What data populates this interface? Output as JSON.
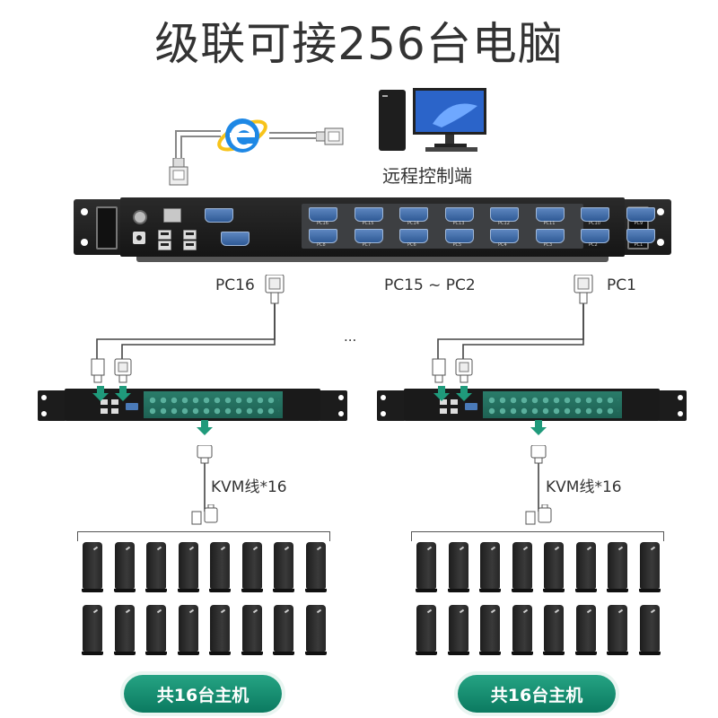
{
  "title": "级联可接256台电脑",
  "remote_label": "远程控制端",
  "pc16_label": "PC16",
  "pc_range_label": "PC15 ~ PC2",
  "pc1_label": "PC1",
  "ellipsis": "...",
  "kvm_cable_left": "KVM线*16",
  "kvm_cable_right": "KVM线*16",
  "hosts_left": "共16台主机",
  "hosts_right": "共16台主机",
  "port_labels_top": [
    "PC16",
    "PC15",
    "PC14",
    "PC13",
    "PC12",
    "PC11",
    "PC10",
    "PC9"
  ],
  "port_labels_bottom": [
    "PC8",
    "PC7",
    "PC6",
    "PC5",
    "PC4",
    "PC3",
    "PC2",
    "PC1"
  ],
  "colors": {
    "accent": "#1f9a7b",
    "vga_blue": "#3c6aa9",
    "browser_blue": "#1e88e5",
    "browser_ring": "#f7c31a"
  },
  "icons": [
    "internet-explorer-icon",
    "ethernet-plug-icon",
    "desktop-computer-icon",
    "vga-connector-icon",
    "usb-connector-icon",
    "arrow-down-icon"
  ]
}
